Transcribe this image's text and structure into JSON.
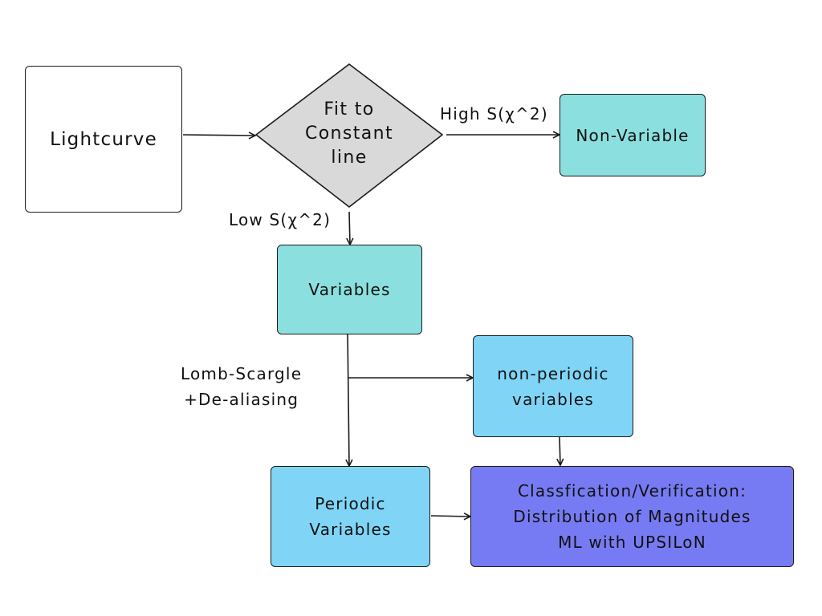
{
  "colors": {
    "teal": "#8be0df",
    "sky": "#80d5f6",
    "purple": "#777bf3",
    "diamond_fill": "#d9d9d9",
    "white": "#ffffff",
    "stroke": "#1a1a1a"
  },
  "nodes": {
    "lightcurve": "Lightcurve",
    "decision": "Fit to\nConstant\nline",
    "non_variable": "Non-Variable",
    "variables": "Variables",
    "non_periodic": "non-periodic\nvariables",
    "periodic": "Periodic\nVariables",
    "classification": "Classfication/Verification:\nDistribution of Magnitudes\nML with UPSILoN"
  },
  "edge_labels": {
    "high": "High S(χ^2)",
    "low": "Low S(χ^2)",
    "lomb": "Lomb-Scargle\n+De-aliasing"
  }
}
